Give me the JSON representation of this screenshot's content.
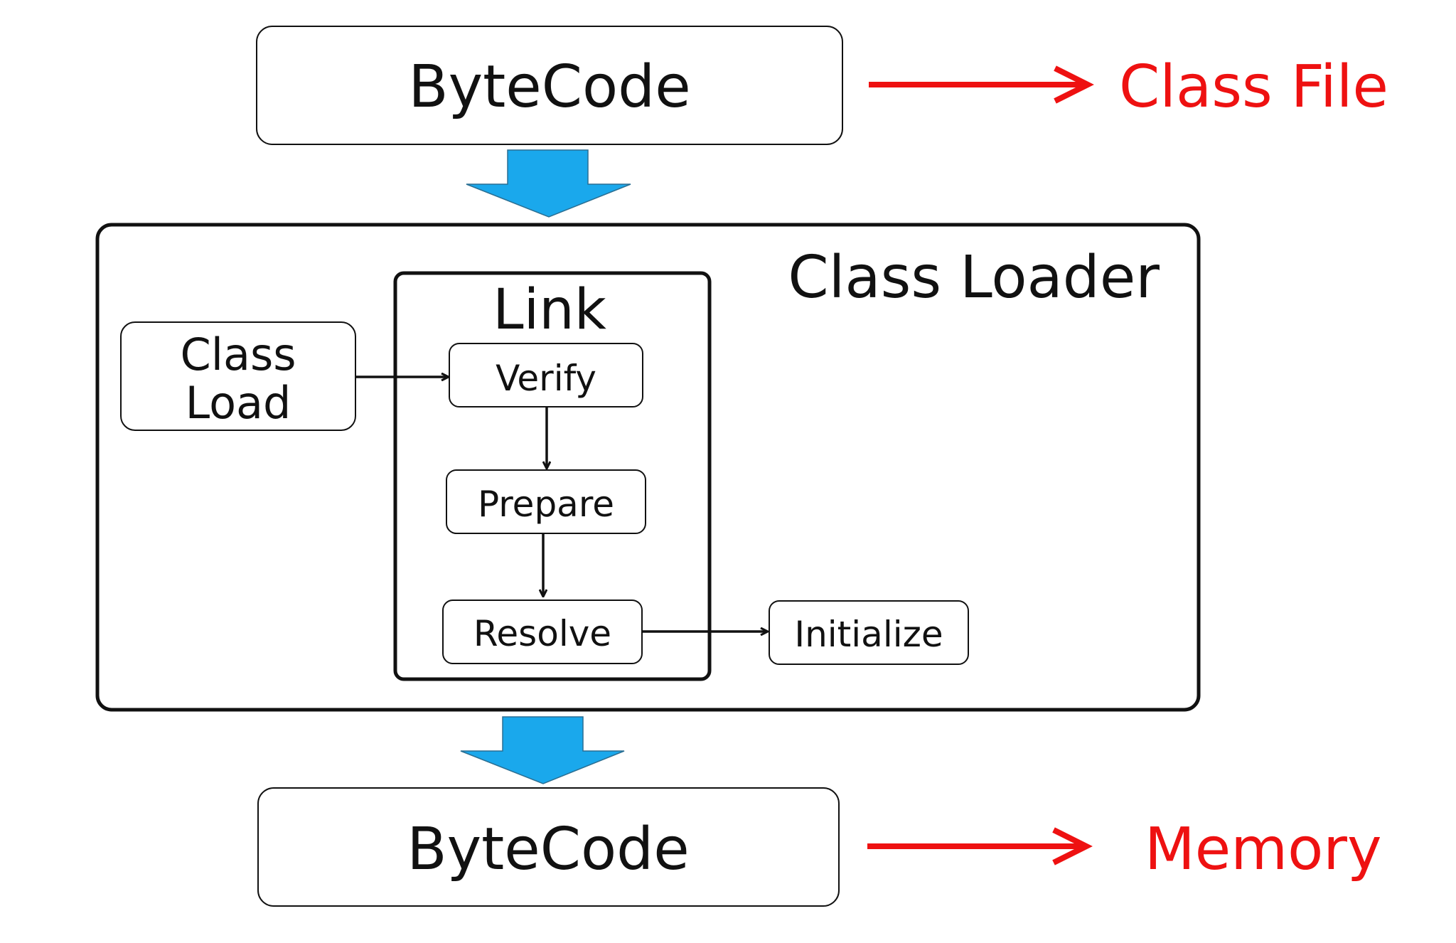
{
  "top_box": {
    "label": "ByteCode"
  },
  "top_result": {
    "label": "Class File"
  },
  "class_loader": {
    "title": "Class Loader",
    "class_load": {
      "line1": "Class",
      "line2": "Load"
    },
    "link": {
      "title": "Link",
      "verify": "Verify",
      "prepare": "Prepare",
      "resolve": "Resolve"
    },
    "initialize": "Initialize"
  },
  "bottom_box": {
    "label": "ByteCode"
  },
  "bottom_result": {
    "label": "Memory"
  },
  "colors": {
    "flow_arrow": "#1aa8ec",
    "result_arrow": "#ee1111",
    "stroke": "#111111"
  }
}
